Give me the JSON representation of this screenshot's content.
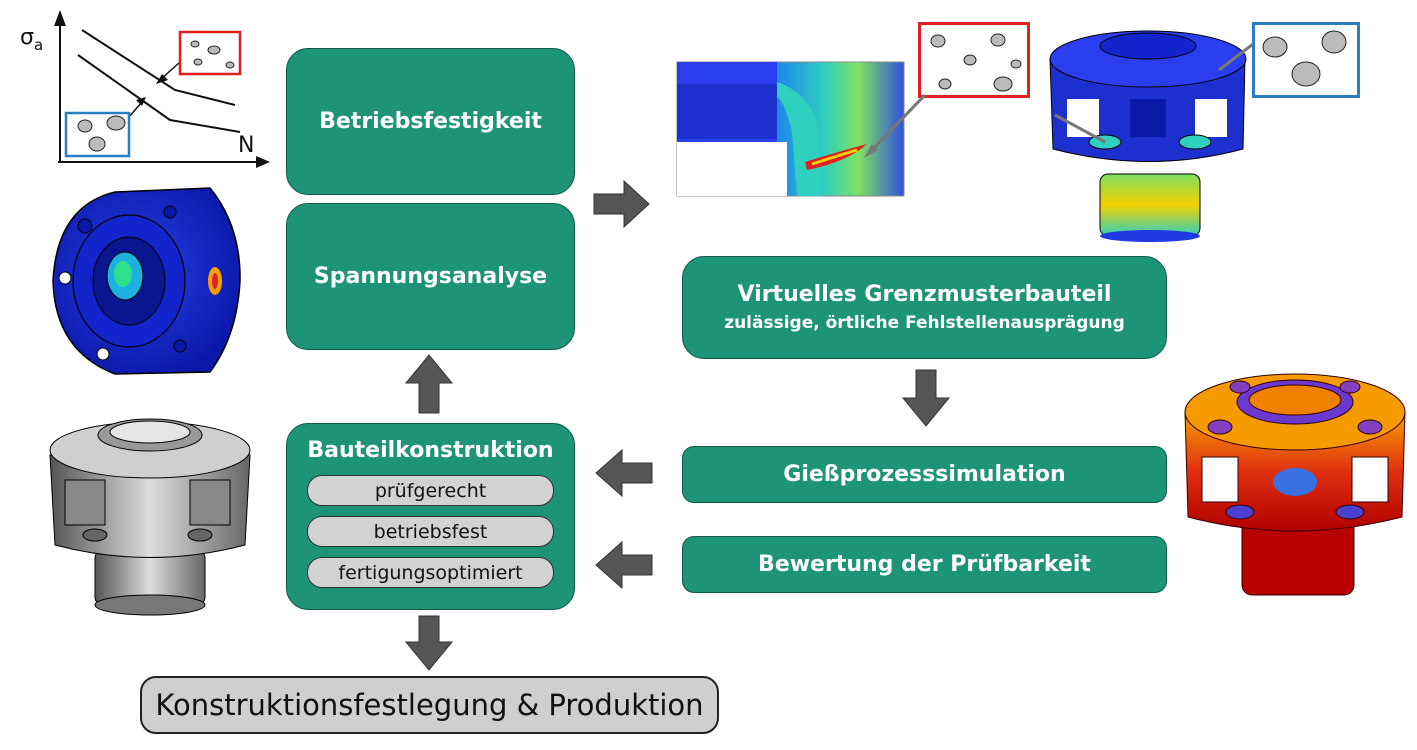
{
  "sn_chart": {
    "y_axis_label": "σ",
    "y_axis_subscript": "a",
    "x_axis_label": "N"
  },
  "flow": {
    "betriebsfestigkeit": "Betriebsfestigkeit",
    "spannungsanalyse": "Spannungsanalyse",
    "bauteilkonstruktion": {
      "title": "Bauteilkonstruktion",
      "items": [
        "prüfgerecht",
        "betriebsfest",
        "fertigungsoptimiert"
      ]
    },
    "grenzmuster": {
      "title": "Virtuelles Grenzmusterbauteil",
      "subtitle": "zulässige, örtliche Fehlstellenausprägung"
    },
    "giessprozess": "Gießprozesssimulation",
    "bewertung": "Bewertung der Prüfbarkeit",
    "konstruktionsfestlegung": "Konstruktionsfestlegung & Produktion"
  },
  "colors": {
    "box_green": "#1e9477",
    "arrow_gray": "#555555",
    "frame_red": "#e02020",
    "frame_blue": "#2a7fc0"
  }
}
